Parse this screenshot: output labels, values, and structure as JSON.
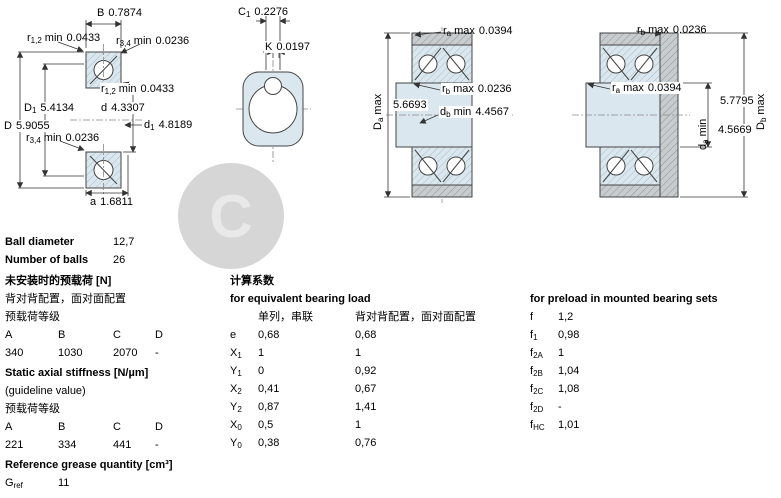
{
  "watermark": {
    "letter": "C"
  },
  "colors": {
    "ring_fill": "#dbe7ee",
    "housing_fill": "#c9ccce",
    "line": "#444444"
  },
  "diagrams": {
    "left": {
      "B": {
        "sym": "B",
        "sub": "",
        "suffix": "",
        "val": "0.7874"
      },
      "r12_top": {
        "sym": "r",
        "sub": "1,2",
        "suffix": "min",
        "val": "0.0433"
      },
      "r34_top": {
        "sym": "r",
        "sub": "3,4",
        "suffix": "min",
        "val": "0.0236"
      },
      "r12_mid": {
        "sym": "r",
        "sub": "1,2",
        "suffix": "min",
        "val": "0.0433"
      },
      "d": {
        "sym": "d",
        "sub": "",
        "suffix": "",
        "val": "4.3307"
      },
      "D1": {
        "sym": "D",
        "sub": "1",
        "suffix": "",
        "val": "5.4134"
      },
      "d1": {
        "sym": "d",
        "sub": "1",
        "suffix": "",
        "val": "4.8189"
      },
      "D": {
        "sym": "D",
        "sub": "",
        "suffix": "",
        "val": "5.9055"
      },
      "r34_left": {
        "sym": "r",
        "sub": "3,4",
        "suffix": "min",
        "val": "0.0236"
      },
      "a": {
        "sym": "a",
        "sub": "",
        "suffix": "",
        "val": "1.6811"
      }
    },
    "middle": {
      "C1": {
        "sym": "C",
        "sub": "1",
        "suffix": "",
        "val": "0.2276"
      },
      "K": {
        "sym": "K",
        "sub": "",
        "suffix": "",
        "val": "0.0197"
      }
    },
    "pair1": {
      "ra": {
        "sym": "r",
        "sub": "a",
        "suffix": "max",
        "val": "0.0394"
      },
      "rb": {
        "sym": "r",
        "sub": "b",
        "suffix": "max",
        "val": "0.0236"
      },
      "Da": {
        "sym": "D",
        "sub": "a",
        "suffix": "max",
        "val": "5.6693"
      },
      "db": {
        "sym": "d",
        "sub": "b",
        "suffix": "min",
        "val": "4.4567"
      }
    },
    "pair2": {
      "rb": {
        "sym": "r",
        "sub": "b",
        "suffix": "max",
        "val": "0.0236"
      },
      "ra": {
        "sym": "r",
        "sub": "a",
        "suffix": "max",
        "val": "0.0394"
      },
      "Db": {
        "sym": "D",
        "sub": "b",
        "suffix": "max",
        "val": "5.7795"
      },
      "da": {
        "sym": "d",
        "sub": "a",
        "suffix": "min",
        "val": "4.5669"
      }
    }
  },
  "specs": {
    "ball_diameter": {
      "label": "Ball diameter",
      "value": "12,7"
    },
    "number_of_balls": {
      "label": "Number of balls",
      "value": "26"
    },
    "preload_section": {
      "title": "未安装时的预载荷 [N]",
      "subtitle": "背对背配置，面对面配置",
      "class_label": "预载荷等级",
      "headers": [
        "A",
        "B",
        "C",
        "D"
      ],
      "values": [
        "340",
        "1030",
        "2070",
        "-"
      ]
    },
    "stiffness_section": {
      "title": "Static axial stiffness [N/µm]",
      "subtitle": "(guideline value)",
      "class_label": "预载荷等级",
      "headers": [
        "A",
        "B",
        "C",
        "D"
      ],
      "values": [
        "221",
        "334",
        "441",
        "-"
      ]
    },
    "grease_section": {
      "title": "Reference grease quantity [cm³]",
      "symbol": {
        "sym": "G",
        "sub": "ref"
      },
      "value": "11"
    }
  },
  "calc": {
    "title": "计算系数",
    "subtitle": "for equivalent bearing load",
    "col1_header": "单列，串联",
    "col2_header": "背对背配置，面对面配置",
    "rows": [
      {
        "sym": "e",
        "sub": "",
        "v1": "0,68",
        "v2": "0,68"
      },
      {
        "sym": "X",
        "sub": "1",
        "v1": "1",
        "v2": "1"
      },
      {
        "sym": "Y",
        "sub": "1",
        "v1": "0",
        "v2": "0,92"
      },
      {
        "sym": "X",
        "sub": "2",
        "v1": "0,41",
        "v2": "0,67"
      },
      {
        "sym": "Y",
        "sub": "2",
        "v1": "0,87",
        "v2": "1,41"
      },
      {
        "sym": "X",
        "sub": "0",
        "v1": "0,5",
        "v2": "1"
      },
      {
        "sym": "Y",
        "sub": "0",
        "v1": "0,38",
        "v2": "0,76"
      }
    ]
  },
  "preload_factors": {
    "title": "for preload in mounted bearing sets",
    "rows": [
      {
        "sym": "f",
        "sub": "",
        "value": "1,2"
      },
      {
        "sym": "f",
        "sub": "1",
        "value": "0,98"
      },
      {
        "sym": "f",
        "sub": "2A",
        "value": "1"
      },
      {
        "sym": "f",
        "sub": "2B",
        "value": "1,04"
      },
      {
        "sym": "f",
        "sub": "2C",
        "value": "1,08"
      },
      {
        "sym": "f",
        "sub": "2D",
        "value": "-"
      },
      {
        "sym": "f",
        "sub": "HC",
        "value": "1,01"
      }
    ]
  }
}
